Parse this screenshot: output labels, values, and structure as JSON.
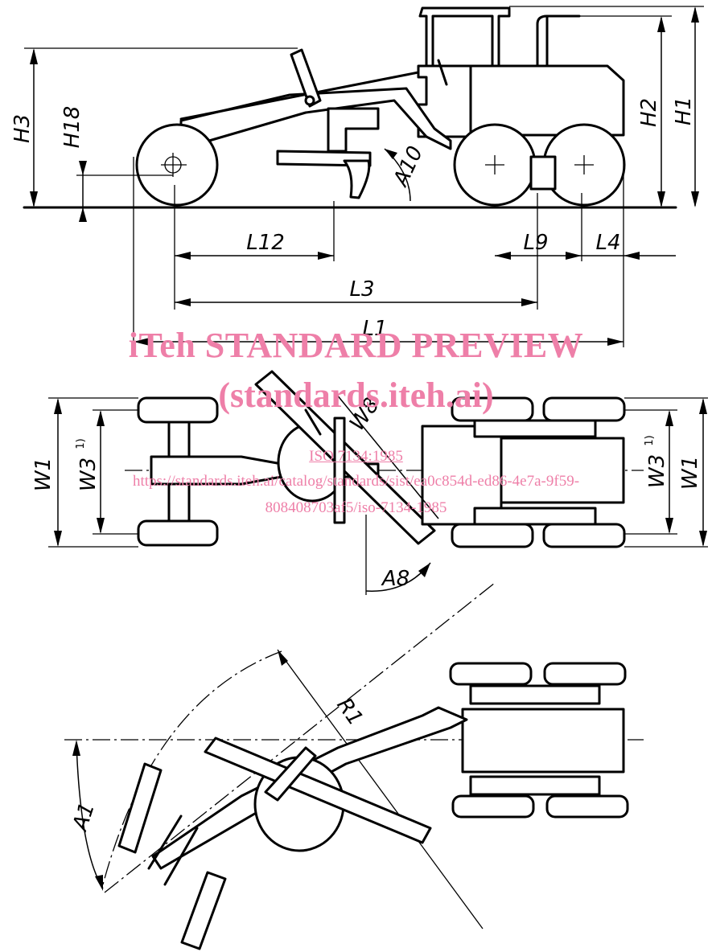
{
  "watermark": {
    "title": "iTeh STANDARD PREVIEW",
    "subtitle": "(standards.iteh.ai)",
    "standard": "ISO 7134:1985",
    "url_line1": "https://standards.iteh.ai/catalog/standards/sist/ea0c854d-ed86-4e7a-9f59-",
    "url_line2": "808408703af5/iso-7134-1985"
  },
  "labels": {
    "H3": "H3",
    "H18": "H18",
    "A10": "A10",
    "H2": "H2",
    "H1": "H1",
    "L12": "L12",
    "L9": "L9",
    "L4": "L4",
    "L3": "L3",
    "L1": "L1",
    "W1": "W1",
    "W3": "W3",
    "W3_note": "1)",
    "W8": "W8",
    "A8": "A8",
    "R1": "R1",
    "A1": "A1"
  },
  "colors": {
    "line": "#000000",
    "watermark": "#ee7fa8",
    "background": "#ffffff"
  }
}
